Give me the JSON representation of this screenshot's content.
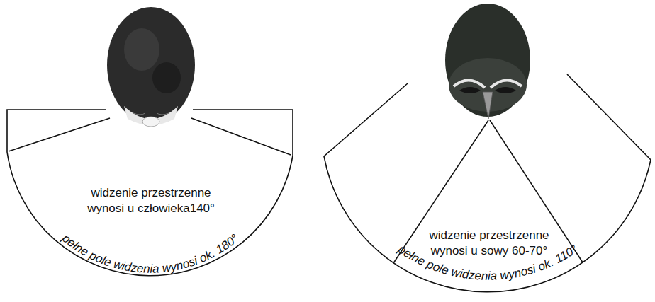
{
  "diagram": {
    "labels": [
      "widzenie przestrzenne wynosi u człowieka140°",
      "pełne pole widzenia wynosi ok. 180°",
      "widzenie przestrzenne wynosi u sowy 60-70°",
      "pełne pole widzenia wynosi ok. 110°"
    ]
  }
}
